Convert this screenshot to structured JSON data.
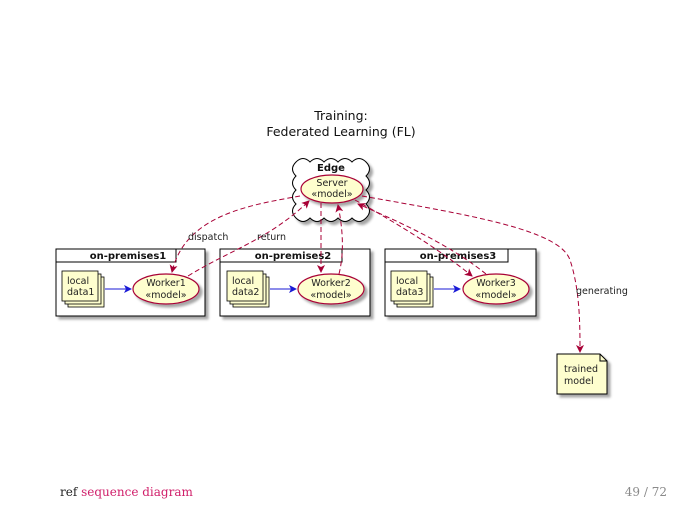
{
  "diagram": {
    "title_line1": "Training:",
    "title_line2": "Federated Learning (FL)",
    "cloud": {
      "label": "Edge",
      "server": {
        "line1": "Server",
        "line2": "«model»"
      }
    },
    "packages": [
      {
        "label": "on-premises1",
        "data": {
          "line1": "local",
          "line2": "data1"
        },
        "worker": {
          "line1": "Worker1",
          "line2": "«model»"
        }
      },
      {
        "label": "on-premises2",
        "data": {
          "line1": "local",
          "line2": "data2"
        },
        "worker": {
          "line1": "Worker2",
          "line2": "«model»"
        }
      },
      {
        "label": "on-premises3",
        "data": {
          "line1": "local",
          "line2": "data3"
        },
        "worker": {
          "line1": "Worker3",
          "line2": "«model»"
        }
      }
    ],
    "edge_labels": {
      "dispatch": "dispatch",
      "return": "return",
      "generating": "generating"
    },
    "output": {
      "line1": "trained",
      "line2": "model"
    },
    "colors": {
      "node_fill": "#fefece",
      "node_stroke": "#a80036",
      "edge": "#a80036",
      "local_edge": "#1a1ad6",
      "package_stroke": "#000000"
    }
  },
  "footer": {
    "prefix": "ref",
    "link_text": "sequence diagram",
    "page": "49 / 72",
    "link_color": "#d01f6a"
  }
}
